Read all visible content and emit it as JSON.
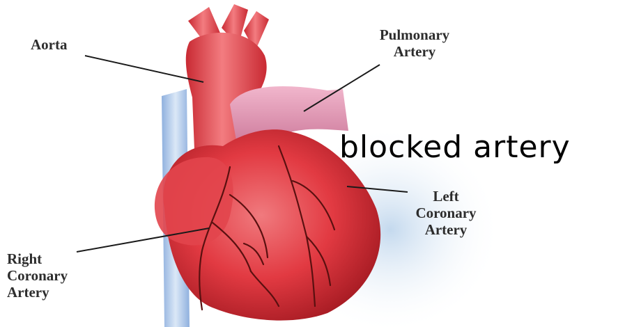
{
  "labels": {
    "aorta": "Aorta",
    "pulmonary_artery": "Pulmonary\nArtery",
    "left_coronary_artery": "Left\nCoronary\nArtery",
    "right_coronary_artery": "Right\nCoronary\nArtery"
  },
  "overlay_text": "blocked artery",
  "colors": {
    "heart_red": "#e23a42",
    "heart_dark": "#b8252d",
    "vein_blue": "#a9c4e6",
    "pulmonary_pink": "#d98aa8",
    "shadow_blue": "#cfe0ef",
    "vessel_line": "#5a1010"
  }
}
